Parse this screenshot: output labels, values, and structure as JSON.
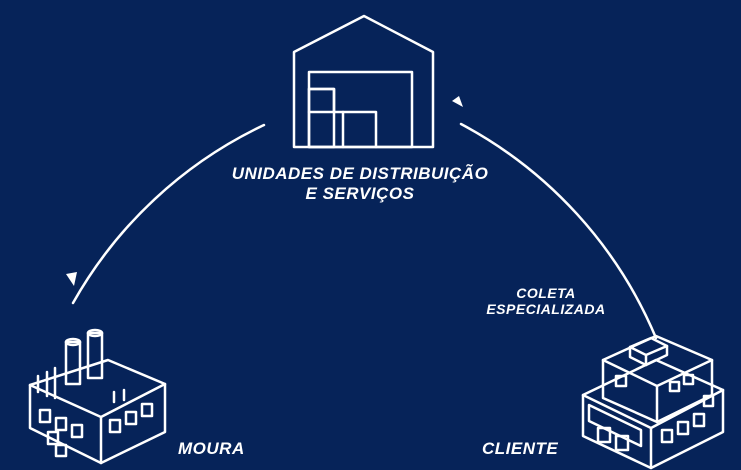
{
  "colors": {
    "background": "#062359",
    "stroke": "#ffffff"
  },
  "nodes": {
    "hub": {
      "label_line1": "UNIDADES DE DISTRIBUIÇÃO",
      "label_line2": "E SERVIÇOS",
      "icon": "warehouse-icon"
    },
    "left": {
      "label": "MOURA",
      "icon": "factory-icon"
    },
    "right": {
      "label": "CLIENTE",
      "icon": "store-building-icon"
    }
  },
  "edge_label": {
    "line1": "COLETA",
    "line2": "ESPECIALIZADA"
  }
}
